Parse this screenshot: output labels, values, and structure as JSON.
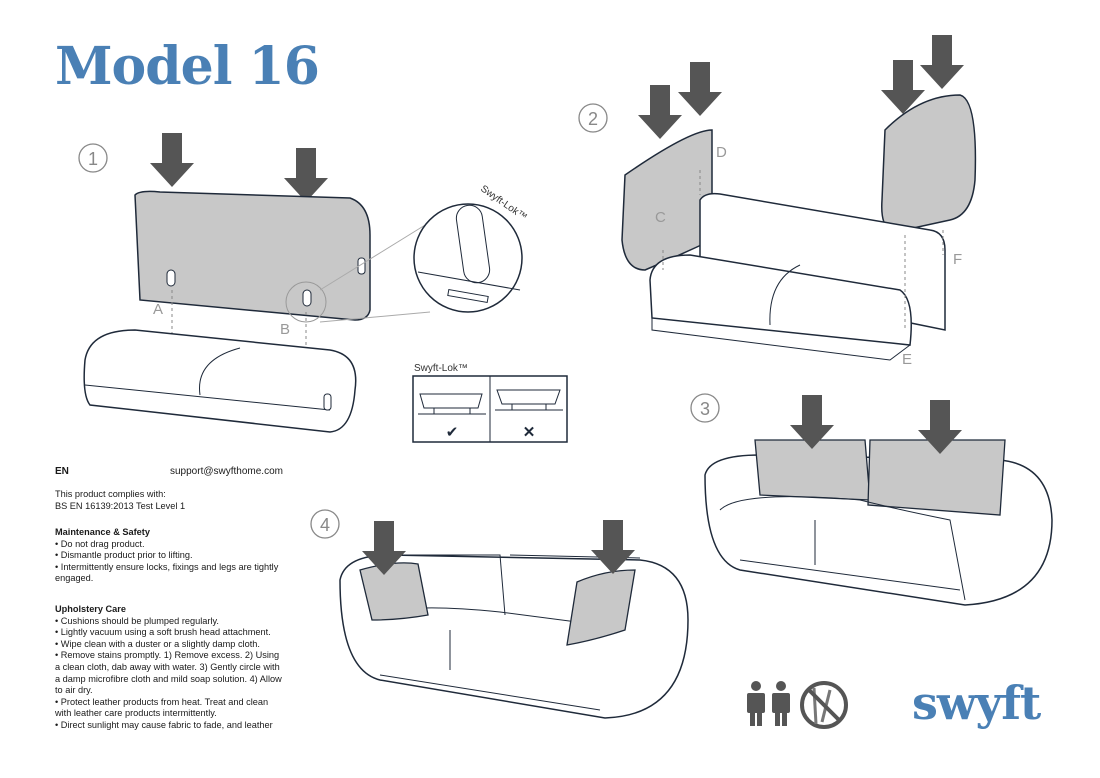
{
  "header": {
    "title": "Model 16"
  },
  "steps": {
    "s1": "1",
    "s2": "2",
    "s3": "3",
    "s4": "4"
  },
  "labels": {
    "a": "A",
    "b": "B",
    "c": "C",
    "d": "D",
    "e": "E",
    "f": "F"
  },
  "swyftlok": {
    "callout": "Swyft-Lok™",
    "box_title": "Swyft-Lok™",
    "correct": "✔",
    "incorrect": "✕"
  },
  "info": {
    "lang": "EN",
    "support": "support@swyfthome.com",
    "compliance": [
      "This product complies with:",
      "BS EN 16139:2013 Test Level 1"
    ],
    "maintenance_title": "Maintenance & Safety",
    "maintenance": [
      "• Do not drag product.",
      "• Dismantle product prior to lifting.",
      "• Intermittently ensure locks, fixings and legs are tightly engaged."
    ],
    "upholstery_title": "Upholstery Care",
    "upholstery": [
      "• Cushions should be plumped regularly.",
      "• Lightly vacuum using a soft brush head attachment.",
      "• Wipe clean with a duster or a slightly damp cloth.",
      "• Remove stains promptly. 1) Remove excess. 2) Using a clean cloth, dab away with water. 3) Gently circle with a damp microfibre cloth and mild soap solution. 4) Allow to air dry.",
      "• Protect leather products from heat. Treat and clean with leather care products intermittently.",
      "• Direct sunlight may cause fabric to fade, and leather"
    ]
  },
  "footer": {
    "brand": "swyft",
    "icons": [
      "two-person-icon",
      "no-tools-icon"
    ]
  },
  "colors": {
    "brand": "#4a80b5",
    "panel": "#c8c8c8",
    "arrow": "#555555",
    "line": "#1f2a3a"
  }
}
